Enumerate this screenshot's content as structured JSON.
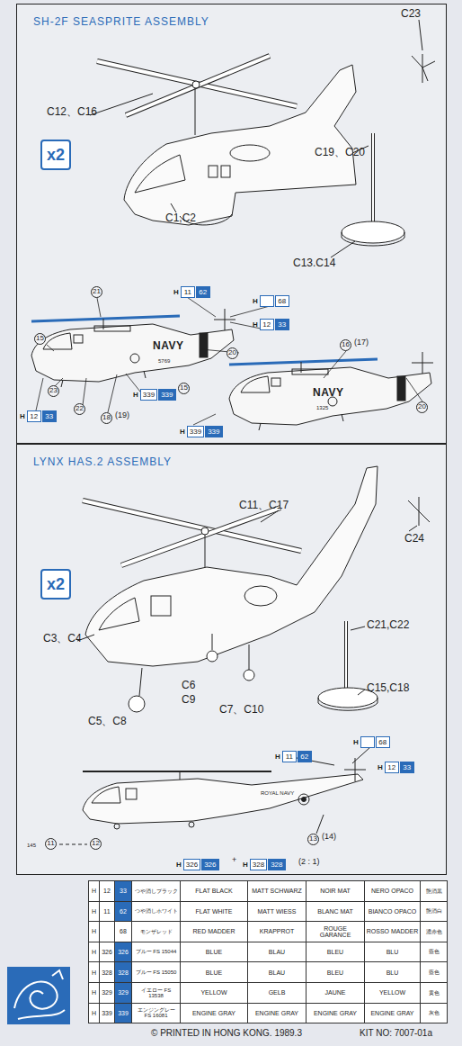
{
  "diagram": {
    "nodes": [
      {
        "text": [
          "SH-2F SEASPRITE ASSEMBLY"
        ]
      },
      {
        "text": [
          "x2"
        ],
        "in": 0
      },
      {
        "text": [
          "LYNX HAS.2 ASSEMBLY"
        ]
      },
      {
        "text": [
          "x2"
        ],
        "in": 2
      }
    ],
    "labels": [
      "C12、C16",
      "C23",
      "C19、C20",
      "C1,C2",
      "C13.C14",
      "21",
      "15",
      "H",
      "11",
      "62",
      "H",
      "68",
      "H",
      "12",
      "33",
      "NAVY",
      "5769",
      "23",
      "22",
      "18",
      "(19)",
      "15",
      "H",
      "339",
      "339",
      "H",
      "12",
      "33",
      "16",
      "(17)",
      "20",
      "NAVY",
      "1325",
      "20",
      "H",
      "339",
      "339",
      "C11、C17",
      "C24",
      "C3、C4",
      "C6",
      "C9",
      "C5、C8",
      "C7、C10",
      "C21,C22",
      "C15,C18",
      "H",
      "11",
      "62",
      "H",
      "68",
      "H",
      "12",
      "33",
      "ROYAL NAVY",
      "145",
      "11",
      "12",
      "13",
      "(14)",
      "H",
      "326",
      "326",
      "+",
      "H",
      "328",
      "328",
      "(2 : 1)",
      "H",
      "12",
      "33",
      "つや消しブラック",
      "FLAT BLACK",
      "MATT SCHWARZ",
      "NOIR MAT",
      "NERO OPACO",
      "艶消黒",
      "H",
      "11",
      "62",
      "つや消しホワイト",
      "FLAT WHITE",
      "MATT WIESS",
      "BLANC MAT",
      "BIANCO OPACO",
      "艶消白",
      "H",
      "68",
      "モンザレッド",
      "RED MADDER",
      "KRAPPROT",
      "ROUGE GARANCE",
      "ROSSO MADDER",
      "濃赤色",
      "H",
      "326",
      "326",
      "ブルー FS 15044",
      "BLUE",
      "BLAU",
      "BLEU",
      "BLU",
      "藍色",
      "H",
      "328",
      "328",
      "ブルー FS 15050",
      "BLUE",
      "BLAU",
      "BLEU",
      "BLU",
      "藍色",
      "H",
      "329",
      "329",
      "イエロー FS 13538",
      "YELLOW",
      "GELB",
      "JAUNE",
      "YELLOW",
      "黄色",
      "H",
      "339",
      "339",
      "エンジングレー FS 16081",
      "ENGINE GRAY",
      "ENGINE GRAY",
      "ENGINE GRAY",
      "ENGINE GRAY",
      "灰色",
      "© PRINTED IN HONG KONG. 1989.3",
      "KIT NO: 7007-01a"
    ]
  }
}
